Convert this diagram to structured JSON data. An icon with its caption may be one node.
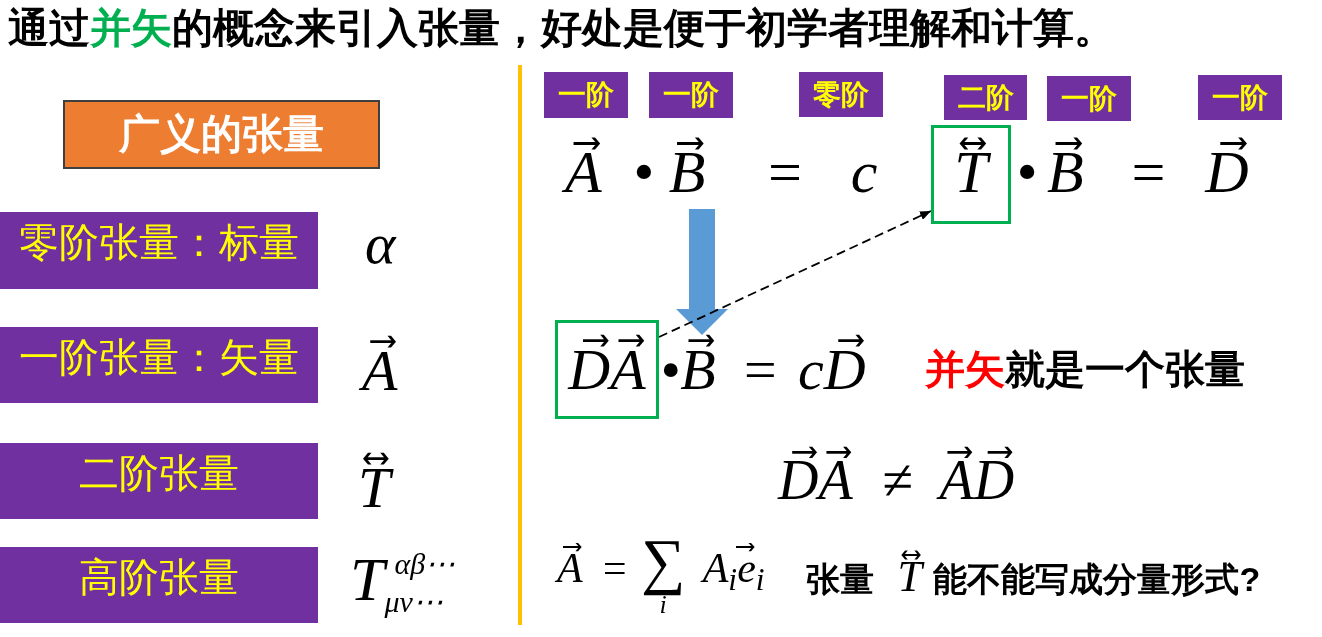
{
  "diagram": {
    "title": "通过**并矢**的概念来引入张量，好处是便于初学者理解和计算。",
    "nodes": [
      {
        "text": [
          "广义的张量"
        ]
      },
      {
        "text": [
          "零阶张量：标量"
        ]
      },
      {
        "text": [
          "一阶张量：矢量"
        ]
      },
      {
        "text": [
          "二阶张量"
        ]
      },
      {
        "text": [
          "高阶张量"
        ]
      },
      {
        "text": [
          "一阶"
        ]
      },
      {
        "text": [
          "一阶"
        ]
      },
      {
        "text": [
          "零阶"
        ]
      },
      {
        "text": [
          "二阶"
        ]
      },
      {
        "text": [
          "一阶"
        ]
      },
      {
        "text": [
          "一阶"
        ]
      },
      {
        "text": [
          "A⃗ • B⃗ = c"
        ]
      },
      {
        "text": [
          "T⃡"
        ]
      },
      {
        "text": [
          "D⃗A⃗"
        ]
      },
      {
        "text": [
          "•B⃗ = cD⃗"
        ]
      }
    ],
    "edges": [
      {
        "from": 11,
        "to": 14,
        "arrow": "to",
        "style": "thick",
        "color": "#5b9bd5"
      },
      {
        "from": 13,
        "to": 12,
        "arrow": "to",
        "style": "dashed"
      }
    ],
    "labels": [
      "α",
      "A⃗",
      "T⃡",
      "T$^{αβ⋯}$$_{μν⋯}$",
      "• B⃗ = D⃗",
      "**并矢**就是一个张量",
      "D⃗A⃗ ≠ A⃗D⃗",
      "A⃗ = ∑$_{i}$ A$_{i}$e⃗$_{i}$",
      "张量 *T⃡* 能不能写成分量形式?"
    ]
  }
}
